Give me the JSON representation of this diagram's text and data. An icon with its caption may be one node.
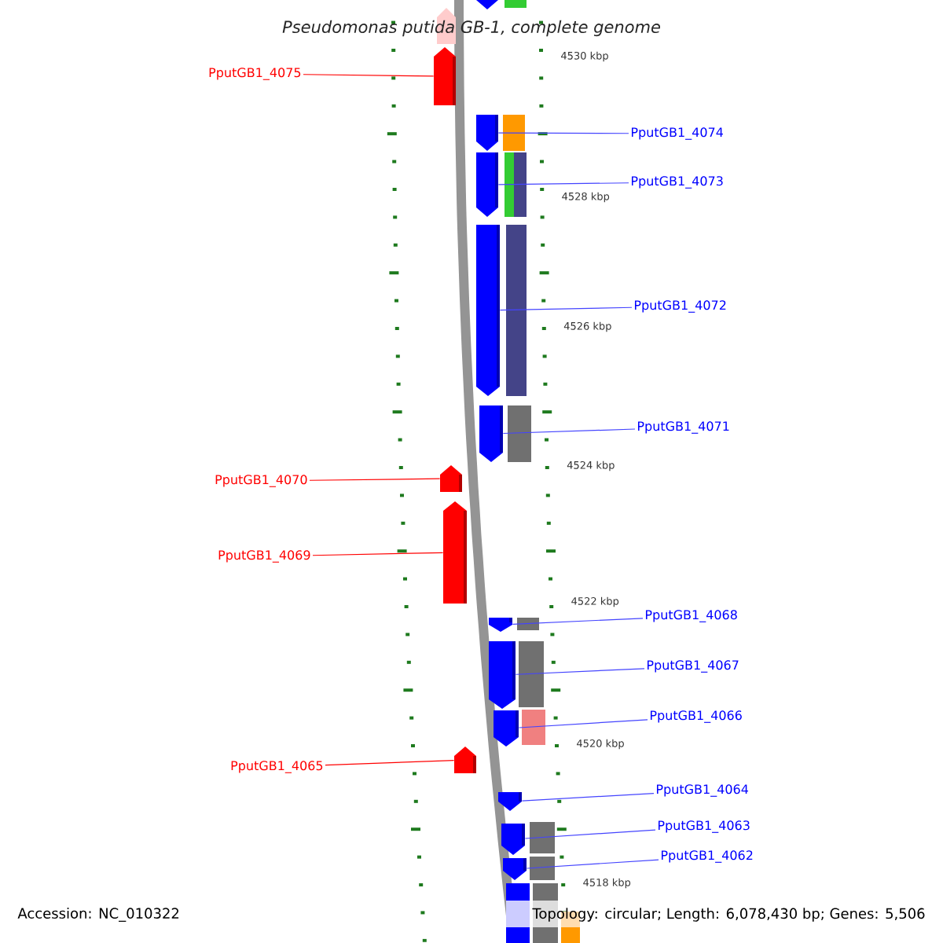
{
  "diagram": {
    "title": "*Pseudomonas putida* GB-1, complete genome",
    "nodes": [
      {
        "text": [
          "PputGB1_4075"
        ]
      },
      {
        "text": [],
        "shape": "arrow"
      },
      {
        "text": [
          "PputGB1_4074"
        ]
      },
      {
        "text": [],
        "shape": "arrow"
      },
      {
        "text": [
          "PputGB1_4073"
        ]
      },
      {
        "text": [],
        "shape": "arrow"
      },
      {
        "text": [
          "PputGB1_4072"
        ]
      },
      {
        "text": [],
        "shape": "arrow"
      },
      {
        "text": [
          "PputGB1_4071"
        ]
      },
      {
        "text": [],
        "shape": "arrow"
      },
      {
        "text": [
          "PputGB1_4070"
        ]
      },
      {
        "text": [],
        "shape": "arrow"
      },
      {
        "text": [
          "PputGB1_4069"
        ]
      },
      {
        "text": [],
        "shape": "arrow"
      },
      {
        "text": [
          "PputGB1_4068"
        ]
      },
      {
        "text": [],
        "shape": "arrow"
      },
      {
        "text": [
          "PputGB1_4067"
        ]
      },
      {
        "text": [],
        "shape": "arrow"
      },
      {
        "text": [
          "PputGB1_4066"
        ]
      },
      {
        "text": [],
        "shape": "arrow"
      },
      {
        "text": [
          "PputGB1_4065"
        ]
      },
      {
        "text": [],
        "shape": "arrow"
      },
      {
        "text": [
          "PputGB1_4064"
        ]
      },
      {
        "text": [],
        "shape": "arrow"
      },
      {
        "text": [
          "PputGB1_4063"
        ]
      },
      {
        "text": [],
        "shape": "arrow"
      },
      {
        "text": [
          "PputGB1_4062"
        ]
      },
      {
        "text": [],
        "shape": "arrow"
      },
      {
        "text": [],
        "shape": "arrow"
      }
    ],
    "edges": [
      {
        "from": 0,
        "to": 1,
        "arrow": "none",
        "color": "#ff0000"
      },
      {
        "from": 2,
        "to": 3,
        "arrow": "none"
      },
      {
        "from": 4,
        "to": 5,
        "arrow": "none"
      },
      {
        "from": 6,
        "to": 7,
        "arrow": "none"
      },
      {
        "from": 8,
        "to": 9,
        "arrow": "none"
      },
      {
        "from": 10,
        "to": 11,
        "arrow": "none",
        "color": "#ff0000"
      },
      {
        "from": 12,
        "to": 13,
        "arrow": "none",
        "color": "#ff0000"
      },
      {
        "from": 14,
        "to": 15,
        "arrow": "none"
      },
      {
        "from": 16,
        "to": 17,
        "arrow": "none"
      },
      {
        "from": 18,
        "to": 19,
        "arrow": "none"
      },
      {
        "from": 20,
        "to": 21,
        "arrow": "none",
        "color": "#ff0000"
      },
      {
        "from": 22,
        "to": 23,
        "arrow": "none"
      },
      {
        "from": 24,
        "to": 25,
        "arrow": "none"
      },
      {
        "from": 26,
        "to": 27,
        "arrow": "none"
      }
    ],
    "labels": [
      "4530 kbp",
      "4528 kbp",
      "4526 kbp",
      "4524 kbp",
      "4522 kbp",
      "4520 kbp",
      "4518 kbp",
      "Accession: NC_010322",
      "Topology: circular; Length: 6,078,430 bp; Genes: 5,506"
    ]
  }
}
